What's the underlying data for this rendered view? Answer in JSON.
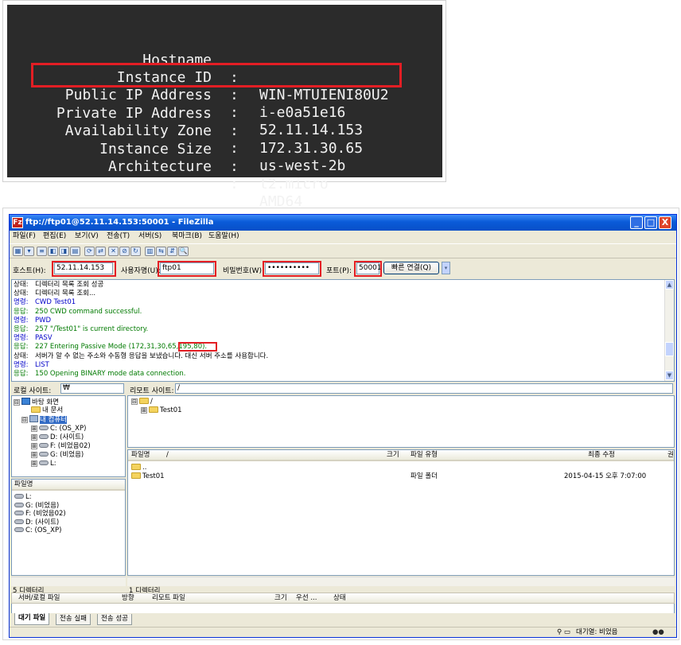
{
  "terminal": {
    "rows": [
      {
        "label": "Hostname",
        "sep": ":",
        "value": "WIN-MTUIENI80U2"
      },
      {
        "label": "Instance ID",
        "sep": ":",
        "value": "i-e0a51e16"
      },
      {
        "label": "Public IP Address",
        "sep": ":",
        "value": "52.11.14.153"
      },
      {
        "label": "Private IP Address",
        "sep": ":",
        "value": "172.31.30.65"
      },
      {
        "label": "Availability Zone",
        "sep": ":",
        "value": "us-west-2b"
      },
      {
        "label": "Instance Size",
        "sep": ":",
        "value": "t2.micro"
      },
      {
        "label": "Architecture",
        "sep": ":",
        "value": "AMD64"
      }
    ]
  },
  "window": {
    "icon": "Fz",
    "title": "ftp://ftp01@52.11.14.153:50001 - FileZilla",
    "controls": {
      "minimize": "_",
      "maximize": "□",
      "close": "X"
    }
  },
  "menu": [
    "파일(F)",
    "편집(E)",
    "보기(V)",
    "전송(T)",
    "서버(S)",
    "북마크(B)",
    "도움말(H)"
  ],
  "toolbar": {
    "icons": [
      "site-manager-icon",
      "dropdown-arrow-icon",
      "toggle-log-icon",
      "toggle-local-tree-icon",
      "toggle-remote-tree-icon",
      "toggle-queue-icon",
      "refresh-icon",
      "process-queue-icon",
      "cancel-icon",
      "disconnect-icon",
      "reconnect-icon",
      "filter-icon",
      "compare-icon",
      "sync-browse-icon",
      "search-icon"
    ],
    "glyphs": [
      "▦",
      "▾",
      "≡",
      "◧",
      "◨",
      "▤",
      "⟳",
      "⇄",
      "✕",
      "⊘",
      "↻",
      "▥",
      "⇆",
      "⇵",
      "🔍"
    ]
  },
  "quickconnect": {
    "host_label": "호스트(H):",
    "host_value": "52.11.14.153",
    "user_label": "사용자명(U):",
    "user_value": "ftp01",
    "pass_label": "비밀번호(W):",
    "pass_value": "••••••••••",
    "port_label": "포트(P):",
    "port_value": "50001",
    "connect_label": "빠른 연결(Q)",
    "dropdown": "▾"
  },
  "log": [
    {
      "type": "상태:",
      "msg": "디렉터리 목록 조회 성공",
      "color": "#000000"
    },
    {
      "type": "상태:",
      "msg": "디렉터리 목록 조회...",
      "color": "#000000"
    },
    {
      "type": "명령:",
      "msg": "CWD Test01",
      "color": "#0000c8"
    },
    {
      "type": "응답:",
      "msg": "250 CWD command successful.",
      "color": "#007a00"
    },
    {
      "type": "명령:",
      "msg": "PWD",
      "color": "#0000c8"
    },
    {
      "type": "응답:",
      "msg": "257 \"/Test01\" is current directory.",
      "color": "#007a00"
    },
    {
      "type": "명령:",
      "msg": "PASV",
      "color": "#0000c8"
    },
    {
      "type": "응답:",
      "msg": "227 Entering Passive Mode (172,31,30,65,195,80).",
      "color": "#007a00"
    },
    {
      "type": "상태:",
      "msg": "서버가 알 수 없는 주소와 수동형 응답을 보냈습니다. 대신 서버 주소를 사용합니다.",
      "color": "#000000"
    },
    {
      "type": "명령:",
      "msg": "LIST",
      "color": "#0000c8"
    },
    {
      "type": "응답:",
      "msg": "150 Opening BINARY mode data connection.",
      "color": "#007a00"
    }
  ],
  "local": {
    "site_label": "로컬 사이트:",
    "site_value": "₩",
    "tree": [
      {
        "label": "바탕 화면",
        "icon": "desktop-icon",
        "exp": "⊟"
      },
      {
        "label": "내 문서",
        "icon": "folder-icon",
        "exp": ""
      },
      {
        "label": "내 컴퓨터",
        "icon": "computer-icon",
        "exp": "⊟"
      },
      {
        "label": "C: (OS_XP)",
        "icon": "drive-icon",
        "exp": "⊞"
      },
      {
        "label": "D: (사이트)",
        "icon": "drive-icon",
        "exp": "⊞"
      },
      {
        "label": "F: (비었음02)",
        "icon": "drive-icon",
        "exp": "⊞"
      },
      {
        "label": "G: (비었음)",
        "icon": "drive-icon",
        "exp": "⊞"
      },
      {
        "label": "L:",
        "icon": "drive-icon",
        "exp": "⊞"
      }
    ],
    "list_header": "파일명",
    "list": [
      "L:",
      "G: (비었음)",
      "F: (비었음02)",
      "D: (사이트)",
      "C: (OS_XP)"
    ],
    "status": "5 디렉터리"
  },
  "remote": {
    "site_label": "리모트 사이트:",
    "site_value": "/",
    "tree": [
      {
        "label": "/",
        "exp": "⊟"
      },
      {
        "label": "Test01",
        "exp": "⊞"
      }
    ],
    "columns": {
      "name": "파일명",
      "sort": "/",
      "size": "크기",
      "type": "파일 유형",
      "modified": "최종 수정",
      "perm": "권"
    },
    "rows": [
      {
        "name": "..",
        "type": "",
        "modified": ""
      },
      {
        "name": "Test01",
        "type": "파일 폴더",
        "modified": "2015-04-15 오후 7:07:00"
      }
    ],
    "status": "1 디렉터리"
  },
  "queue": {
    "columns": [
      "서버/로컬 파일",
      "방향",
      "리모트 파일",
      "크기",
      "우선 ...",
      "상태"
    ]
  },
  "tabs": [
    "대기 파일",
    "전송 실패",
    "전송 성공"
  ],
  "statusbar": {
    "queue": "대기열: 비었음",
    "indicator": "●●"
  },
  "colors": {
    "highlight": "#e31e24",
    "title_bar": "#0a5bd8",
    "terminal_bg": "#2b2b2b"
  }
}
